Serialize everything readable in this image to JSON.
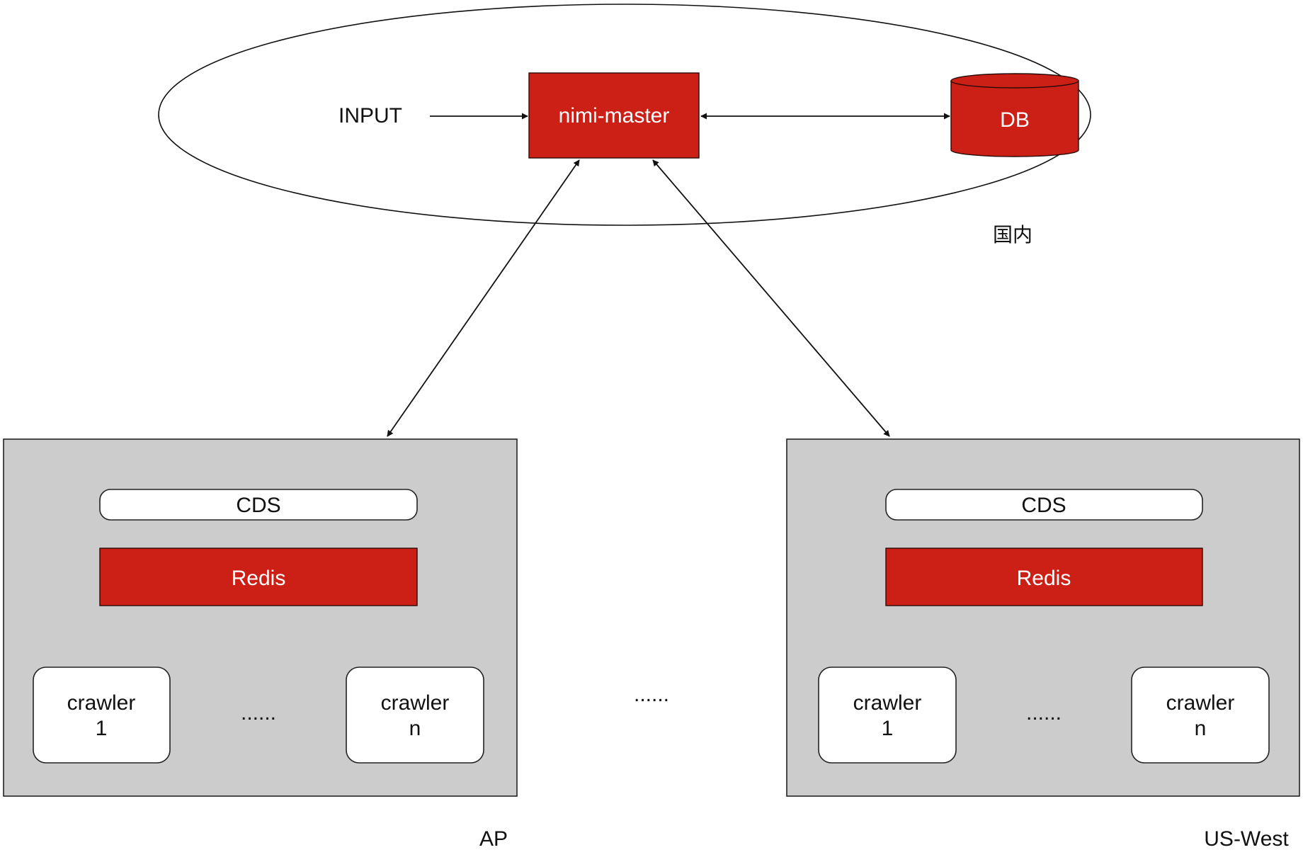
{
  "diagram": {
    "nodes": {
      "input": "INPUT",
      "master": "nimi-master",
      "db": "DB",
      "domestic_zone": "国内",
      "between_regions": "......"
    },
    "regions": [
      {
        "id": "ap",
        "label": "AP",
        "cds": "CDS",
        "redis": "Redis",
        "crawler_first": [
          "crawler",
          "1"
        ],
        "crawler_last": [
          "crawler",
          "n"
        ],
        "ellipsis": "......"
      },
      {
        "id": "us-west",
        "label": "US-West",
        "cds": "CDS",
        "redis": "Redis",
        "crawler_first": [
          "crawler",
          "1"
        ],
        "crawler_last": [
          "crawler",
          "n"
        ],
        "ellipsis": "......"
      }
    ],
    "edges": [
      {
        "from": "input",
        "to": "nimi-master",
        "direction": "one-way"
      },
      {
        "from": "nimi-master",
        "to": "db",
        "direction": "two-way"
      },
      {
        "from": "nimi-master",
        "to": "ap",
        "direction": "two-way"
      },
      {
        "from": "nimi-master",
        "to": "us-west",
        "direction": "two-way"
      }
    ],
    "colors": {
      "accent_red": "#cc2016",
      "region_gray": "#cccccc",
      "line": "#111111"
    }
  }
}
